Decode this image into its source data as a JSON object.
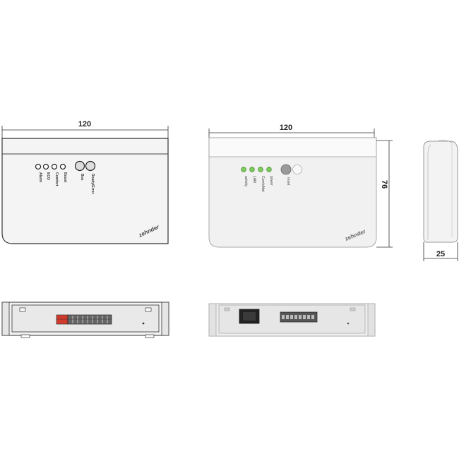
{
  "dimensions": {
    "left_width": "120",
    "right_width": "120",
    "height": "76",
    "depth": "25"
  },
  "left_device": {
    "labels": [
      "Alarm",
      "ECO",
      "Comfort",
      "Boost",
      "Bus",
      "Ready/Error"
    ],
    "brand": "zehnder"
  },
  "right_device": {
    "labels": [
      "activity",
      "LAN",
      "ComfoNet",
      "power",
      "reset"
    ],
    "brand": "zehnder"
  },
  "colors": {
    "outline": "#333333",
    "body_fill": "#f4f4f4",
    "right_body_fill": "#f1f1f1",
    "led_green": "#7ccf5a",
    "connector_red": "#d23a2e"
  }
}
